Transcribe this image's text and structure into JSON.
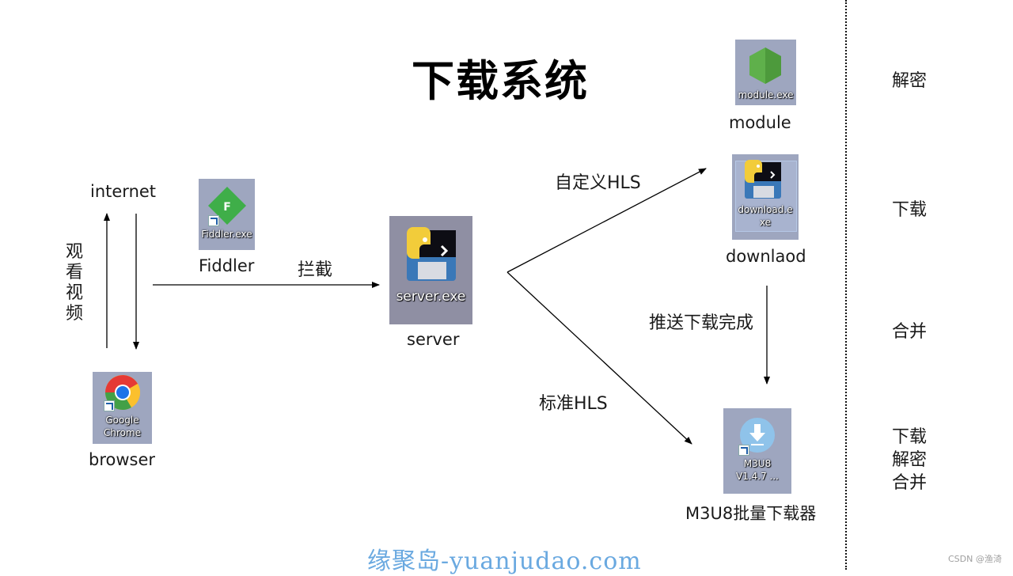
{
  "title": "下载系统",
  "nodes": {
    "internet": {
      "label": "internet"
    },
    "browser": {
      "label": "browser",
      "icon": "google-chrome-icon",
      "caption_lines": [
        "Google",
        "Chrome"
      ]
    },
    "fiddler": {
      "label": "Fiddler",
      "icon": "fiddler-icon",
      "caption": "Fiddler.exe",
      "glyph": "F"
    },
    "server": {
      "label": "server",
      "icon": "python-exe-icon",
      "caption": "server.exe"
    },
    "module": {
      "label": "module",
      "icon": "nodejs-hexagon-icon",
      "caption": "module.exe"
    },
    "download": {
      "label": "downlaod",
      "icon": "python-exe-icon",
      "caption_lines": [
        "download.e",
        "xe"
      ]
    },
    "m3u8": {
      "label": "M3U8批量下载器",
      "icon": "m3u8-downloader-icon",
      "caption_lines": [
        "M3U8",
        "V1.4.7 ..."
      ]
    }
  },
  "edges": {
    "watch_video": "观看视频",
    "intercept": "拦截",
    "custom_hls": "自定义HLS",
    "standard_hls": "标准HLS",
    "push_done": "推送下载完成"
  },
  "side_labels": {
    "decrypt": "解密",
    "download": "下载",
    "merge": "合并",
    "all": [
      "下载",
      "解密",
      "合并"
    ]
  },
  "watermark": "缘聚岛-yuanjudao.com",
  "credit": "CSDN @渔渏",
  "colors": {
    "tile": "#9ea6bf",
    "watermark": "#6aa9e0",
    "fiddler_green": "#3fae49",
    "node_green": "#5fb04b",
    "python_yellow": "#f2cc3a",
    "floppy_blue": "#3a78b8",
    "m3u8_blue": "#8fc3ea"
  }
}
